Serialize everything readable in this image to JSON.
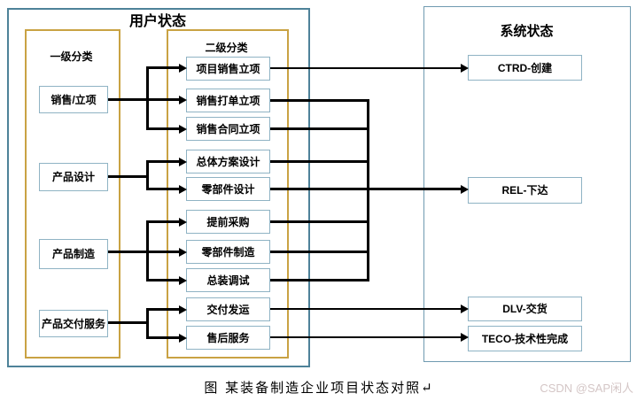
{
  "user_panel": {
    "title": "用户状态",
    "level1": {
      "label": "一级分类",
      "items": [
        "销售/立项",
        "产品设计",
        "产品制造",
        "产品交付服务"
      ]
    },
    "level2": {
      "label": "二级分类",
      "items": [
        "项目销售立项",
        "销售打单立项",
        "销售合同立项",
        "总体方案设计",
        "零部件设计",
        "提前采购",
        "零部件制造",
        "总装调试",
        "交付发运",
        "售后服务"
      ]
    }
  },
  "system_panel": {
    "title": "系统状态",
    "items": [
      "CTRD-创建",
      "REL-下达",
      "DLV-交货",
      "TECO-技术性完成"
    ]
  },
  "mappings": {
    "level1_to_level2": [
      {
        "from": "销售/立项",
        "to": [
          "项目销售立项",
          "销售打单立项",
          "销售合同立项"
        ]
      },
      {
        "from": "产品设计",
        "to": [
          "总体方案设计",
          "零部件设计"
        ]
      },
      {
        "from": "产品制造",
        "to": [
          "提前采购",
          "零部件制造",
          "总装调试"
        ]
      },
      {
        "from": "产品交付服务",
        "to": [
          "交付发运",
          "售后服务"
        ]
      }
    ],
    "level2_to_system": [
      {
        "from": [
          "项目销售立项"
        ],
        "to": "CTRD-创建"
      },
      {
        "from": [
          "销售打单立项",
          "销售合同立项",
          "总体方案设计",
          "零部件设计",
          "提前采购",
          "零部件制造",
          "总装调试"
        ],
        "to": "REL-下达"
      },
      {
        "from": [
          "交付发运"
        ],
        "to": "DLV-交货"
      },
      {
        "from": [
          "售后服务"
        ],
        "to": "TECO-技术性完成"
      }
    ]
  },
  "caption": "图  某装备制造企业项目状态对照↵",
  "watermark": "CSDN @SAP闲人",
  "colors": {
    "panel_border": "#4e8299",
    "category_border": "#c9a243",
    "box_border": "#8fb3c4",
    "connector": "#000000",
    "watermark": "#d4c6c6"
  }
}
